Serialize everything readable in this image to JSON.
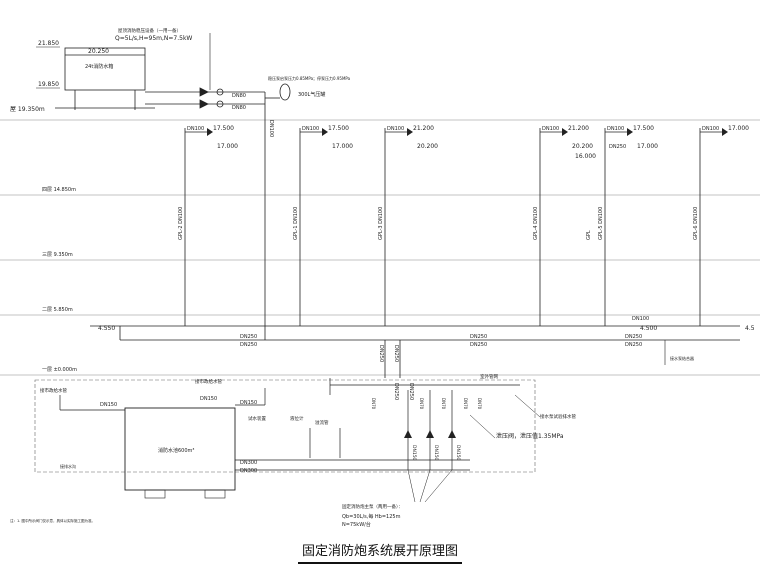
{
  "title": "固定消防炮系统展开原理图",
  "top_tank": {
    "label": "24t消防水箱",
    "level_top": "21.850",
    "level_water": "20.250",
    "level_left": "19.850",
    "floor_level": "屋 19.350m",
    "pump_note_title": "屋顶消防稳压设备（一用一备）",
    "pump_note_spec": "Q=5L/s,H=95m,N=7.5kW",
    "vessel_label": "300L气压罐",
    "vessel_note": "稳压泵启泵压力0.85MPa；停泵压力0.95MPa",
    "valve_labels": [
      "DN80",
      "DN80"
    ],
    "riser_label": "DN100"
  },
  "levels": [
    {
      "key": "l4",
      "label": "四层 14.850m"
    },
    {
      "key": "l3",
      "label": "三层 9.350m"
    },
    {
      "key": "l2",
      "label": "二层 5.850m"
    },
    {
      "key": "l1",
      "label": "一层 ±0.000m"
    }
  ],
  "cannons": [
    {
      "dn": "DN100",
      "elev_a": "17.500",
      "elev_b": "17.000",
      "riser": "GPL-2 DN100"
    },
    {
      "dn": "DN100",
      "elev_a": "17.500",
      "elev_b": "17.000",
      "riser": "GPL-1 DN100"
    },
    {
      "dn": "DN100",
      "elev_a": "21.200",
      "elev_b": "20.200",
      "riser": "GPL-3 DN100"
    },
    {
      "dn": "DN100",
      "elev_a": "21.200",
      "elev_b": "20.200",
      "riser": "GPL-4 DN100"
    },
    {
      "dn": "DN100",
      "elev_a": "17.500",
      "elev_b": "17.000",
      "elev_c": "16.000",
      "extra": "DN250",
      "riser": "GPL-5 DN100",
      "riser2": "GPL"
    },
    {
      "dn": "DN100",
      "elev_a": "17.000",
      "riser": "GPL-6 DN100"
    }
  ],
  "ring_main": {
    "left_elev": "4.550",
    "right_elev": "4.500",
    "far_right_elev": "4.5",
    "pipe_label": "DN250",
    "right_pipe_label": "DN100",
    "connector_label": "DN250",
    "note": "接水泵结合器"
  },
  "pump_room": {
    "pool_label": "消防水池600m³",
    "inlet_label": "接市政给水管",
    "inlet_pipe": "DN150",
    "return_label": "接市政给水管",
    "test_label": "试水装置",
    "level_label": "液位计",
    "drain_label": "接排水沟",
    "overflow_label": "溢流管",
    "suction_pipes": [
      "DN300",
      "DN300"
    ],
    "connector_pipes": [
      "DN150",
      "DN150"
    ],
    "header_pipes": [
      "DN250",
      "DN250"
    ],
    "outlet_pipes": [
      "DN70",
      "DN70",
      "DN70",
      "DN70",
      "DN70"
    ],
    "pressure_note": "泄压阀，泄压值1.35MPa",
    "adapter_note": "接水泵试验排水管",
    "outdoor_label": "室外管网",
    "pump_units": [
      "DN150",
      "DN150",
      "DN150"
    ],
    "pump_group_title": "固定消防炮主泵（两用一备）：",
    "pump_group_spec": "Qb=30L/s,每 Hb=125m",
    "pump_group_power": "N=75kW/台"
  },
  "footnote": "注：1. 图中所示阀门仅示意，具体以实际施工图为准。",
  "colors": {
    "line": "#222222",
    "dim": "#555555"
  }
}
